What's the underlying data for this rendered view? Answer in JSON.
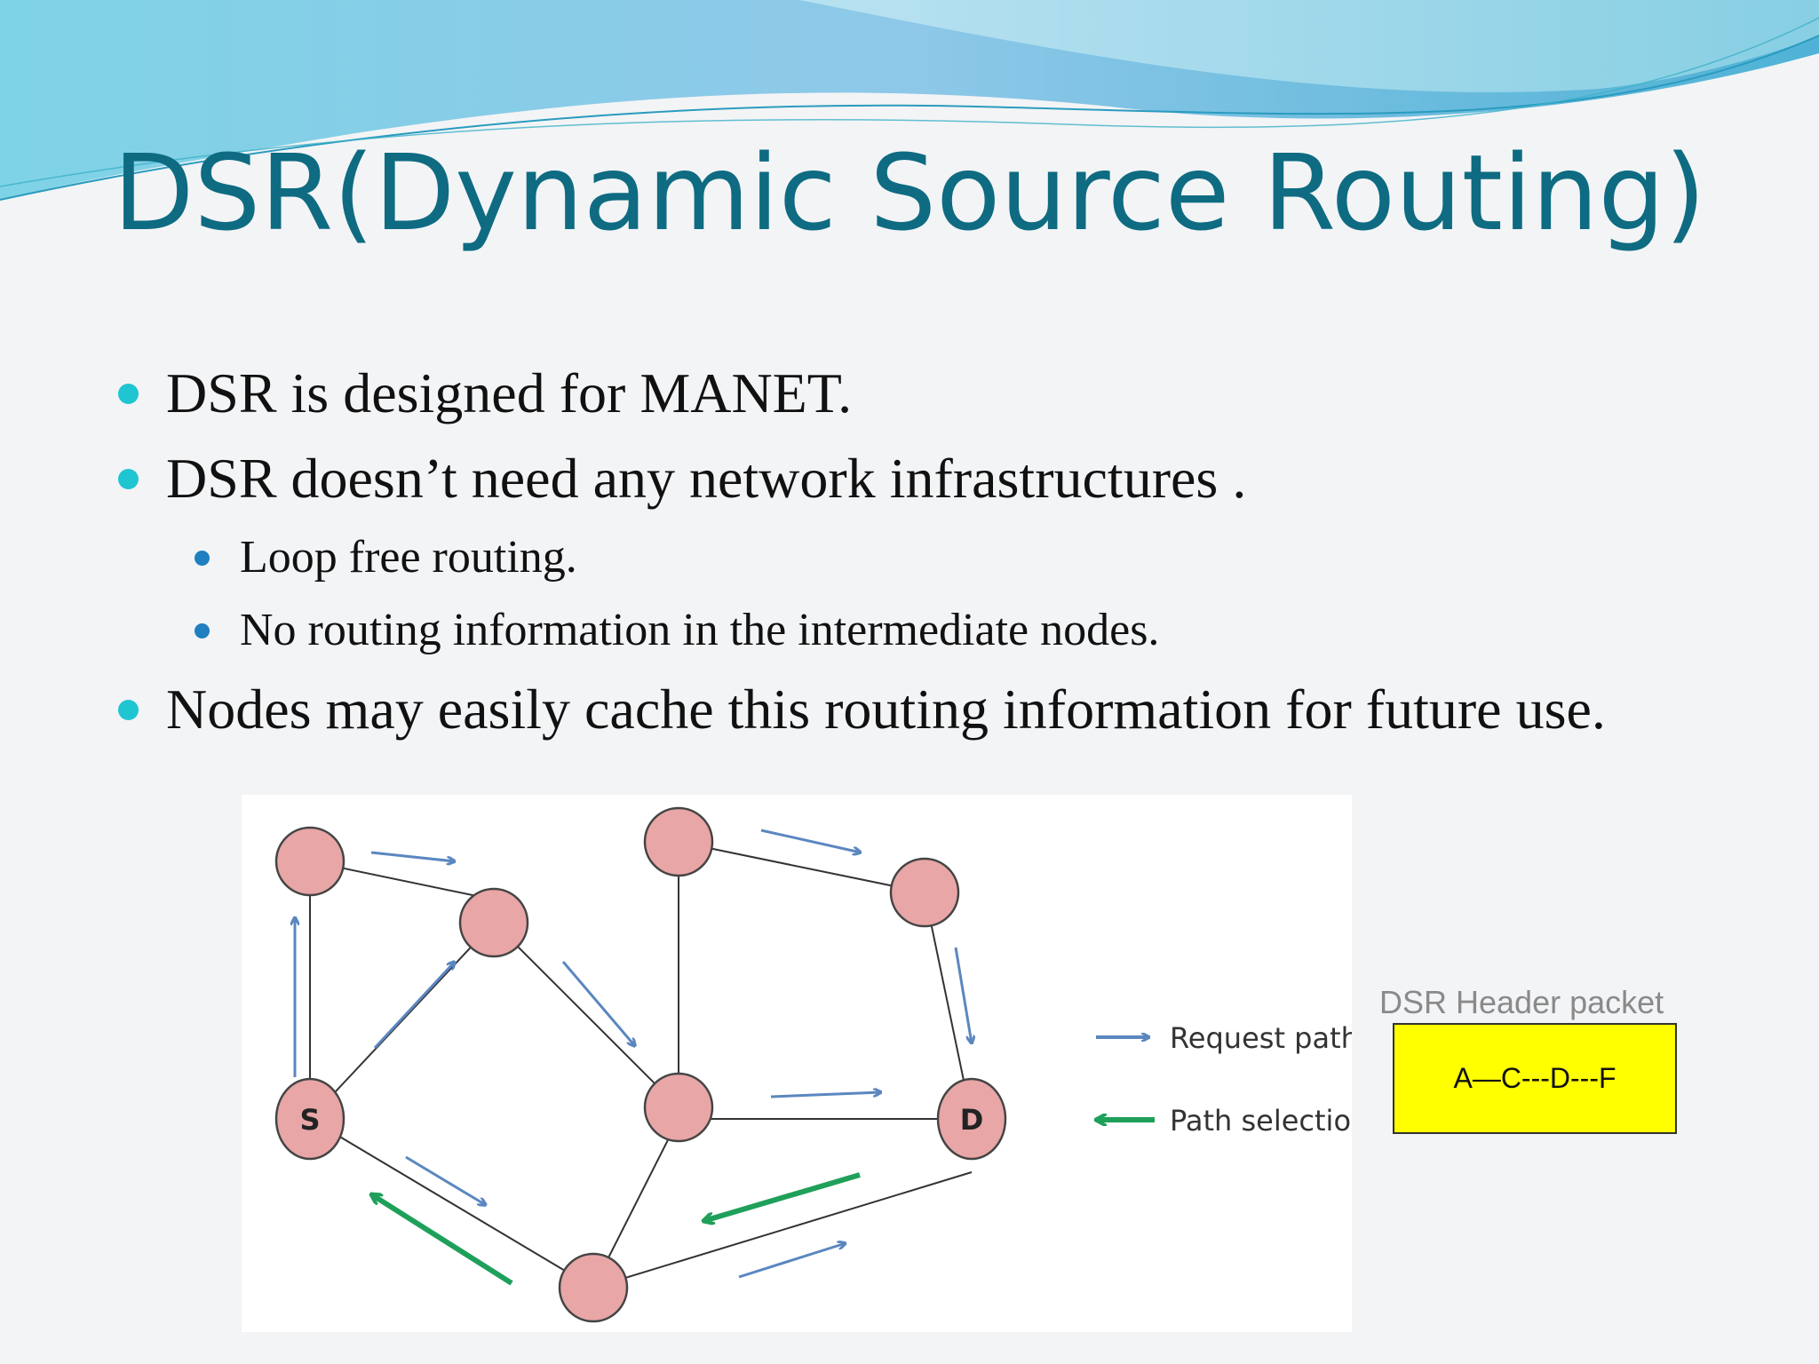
{
  "slide": {
    "title": "DSR(Dynamic Source Routing)",
    "bullets": [
      "DSR is designed for MANET.",
      "DSR doesn’t need any network infrastructures .",
      "Nodes may easily cache this routing information for future use."
    ],
    "sub_bullets": [
      "Loop free routing.",
      "No routing information in the intermediate nodes."
    ]
  },
  "diagram": {
    "source_node_label": "S",
    "destination_node_label": "D",
    "legend": {
      "request_path_label": "Request path",
      "path_selection_label": "Path selection"
    },
    "colors": {
      "node_fill": "#e8a6a6",
      "request_arrow": "#5b87c0",
      "path_selection_arrow": "#1fa05a"
    }
  },
  "header_packet": {
    "label": "DSR Header packet",
    "route": "A—C---D---F",
    "color": "#ffff00"
  },
  "theme": {
    "title_color": "#0e6b82",
    "bullet_color": "#20c5d2",
    "sub_bullet_color": "#1f7fc1"
  }
}
